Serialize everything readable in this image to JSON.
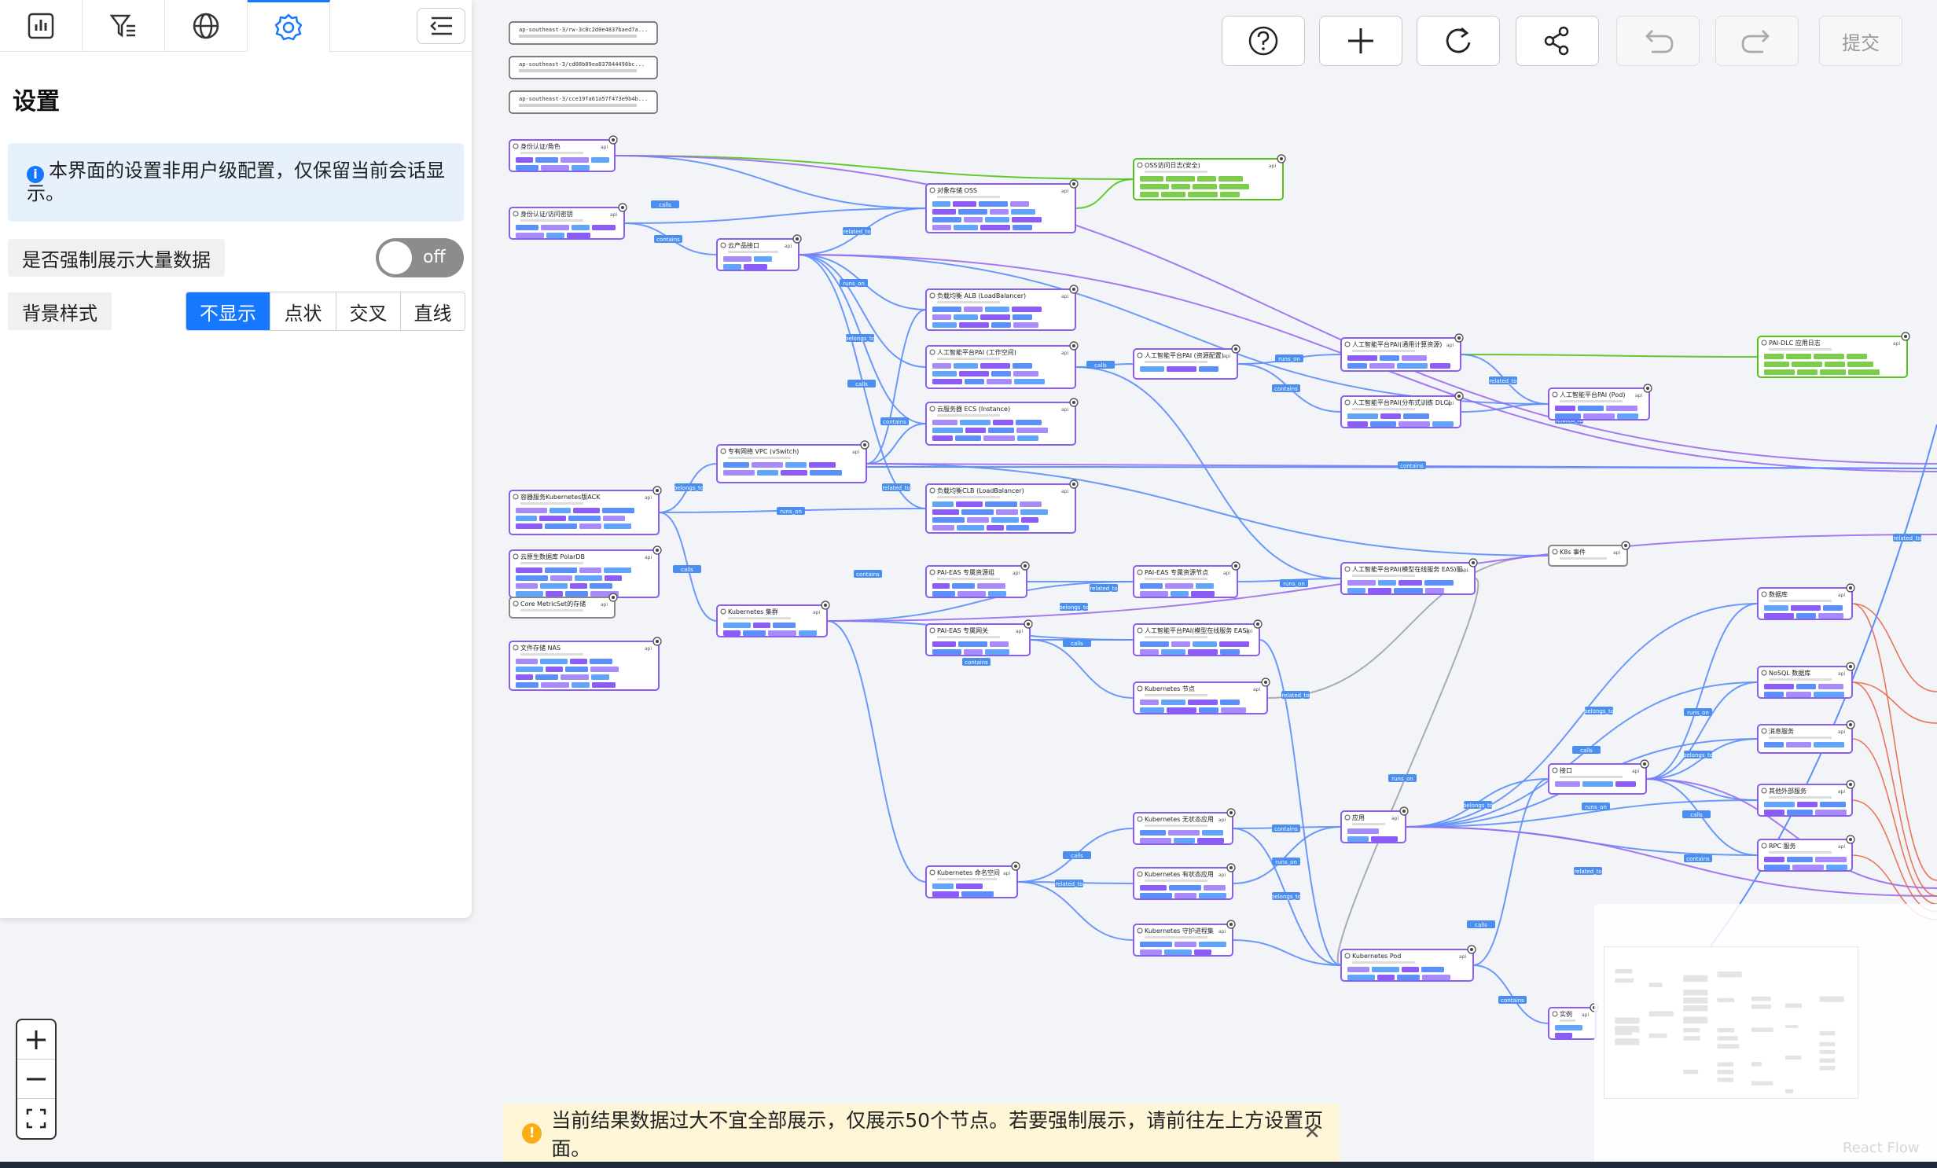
{
  "sidebar": {
    "tabs": [
      {
        "name": "chart-icon",
        "label": "统计"
      },
      {
        "name": "filter-icon",
        "label": "筛选"
      },
      {
        "name": "globe-icon",
        "label": "全局"
      },
      {
        "name": "gear-icon",
        "label": "设置",
        "active": true
      }
    ],
    "title": "设置",
    "notice": "本界面的设置非用户级配置，仅保留当前会话显示。",
    "force_label": "是否强制展示大量数据",
    "force_toggle": "off",
    "bg_label": "背景样式",
    "bg_options": [
      "不显示",
      "点状",
      "交叉",
      "直线"
    ],
    "bg_selected": "不显示"
  },
  "toolbar": {
    "buttons": [
      "help-icon",
      "add-icon",
      "refresh-icon",
      "share-icon",
      "undo-icon",
      "redo-icon"
    ],
    "submit": "提交"
  },
  "graph": {
    "top_tags": [
      "ap-southeast-3/rw-3c8c2d0e4837baed7a...",
      "ap-southeast-3/cd08b89ea837844498bc...",
      "ap-southeast-3/cce19fa61a57f473e9b4b..."
    ],
    "nodes": [
      {
        "t": "身份认证/角色"
      },
      {
        "t": "身份认证/访问密钥"
      },
      {
        "t": "云产品接口"
      },
      {
        "t": "对象存储 OSS"
      },
      {
        "t": "OSS访问日志(安全)"
      },
      {
        "t": "负载均衡 ALB (LoadBalancer)"
      },
      {
        "t": "人工智能平台PAI (工作空间)"
      },
      {
        "t": "人工智能平台PAI (资源配置)"
      },
      {
        "t": "人工智能平台PAI(通用计算资源)"
      },
      {
        "t": "PAI-DLC 应用日志"
      },
      {
        "t": "云服务器 ECS (Instance)"
      },
      {
        "t": "人工智能平台PAI(分布式训练 DLC)"
      },
      {
        "t": "人工智能平台PAI (Pod)"
      },
      {
        "t": "专有网络 VPC (vSwitch)"
      },
      {
        "t": "容器服务Kubernetes版ACK"
      },
      {
        "t": "负载均衡CLB (LoadBalancer)"
      },
      {
        "t": "云原生数据库 PolarDB"
      },
      {
        "t": "Core MetricSet的存储"
      },
      {
        "t": "文件存储 NAS"
      },
      {
        "t": "Kubernetes 集群"
      },
      {
        "t": "PAI-EAS 专属资源组"
      },
      {
        "t": "PAI-EAS 专属资源节点"
      },
      {
        "t": "人工智能平台PAI(模型在线服务 EAS)服..."
      },
      {
        "t": "K8s 事件"
      },
      {
        "t": "PAI-EAS 专属网关"
      },
      {
        "t": "人工智能平台PAI(模型在线服务 EAS)"
      },
      {
        "t": "Kubernetes 节点"
      },
      {
        "t": "数据库"
      },
      {
        "t": "NoSQL 数据库"
      },
      {
        "t": "消息服务"
      },
      {
        "t": "接口"
      },
      {
        "t": "其他外部服务"
      },
      {
        "t": "RPC 服务"
      },
      {
        "t": "Kubernetes 无状态应用"
      },
      {
        "t": "应用"
      },
      {
        "t": "Kubernetes 命名空间"
      },
      {
        "t": "Kubernetes 有状态应用"
      },
      {
        "t": "Kubernetes 守护进程集"
      },
      {
        "t": "Kubernetes Pod"
      },
      {
        "t": "实例"
      }
    ],
    "edge_labels": [
      "calls",
      "contains",
      "related_to",
      "runs_on",
      "belongs_to"
    ]
  },
  "zoom": {
    "in": "+",
    "out": "−",
    "fit": "⛶"
  },
  "warning": {
    "text": "当前结果数据过大不宜全部展示，仅展示50个节点。若要强制展示，请前往左上方设置页面。",
    "close": "✕"
  },
  "watermark": "React Flow",
  "colors": {
    "accent": "#1677ff",
    "node_border": "#8b5cf6",
    "edge_blue": "#5b8ff9",
    "edge_green": "#52c41a",
    "edge_red": "#e8684a",
    "edge_gray": "#9ca3af",
    "warn_bg": "#fff6d8"
  }
}
